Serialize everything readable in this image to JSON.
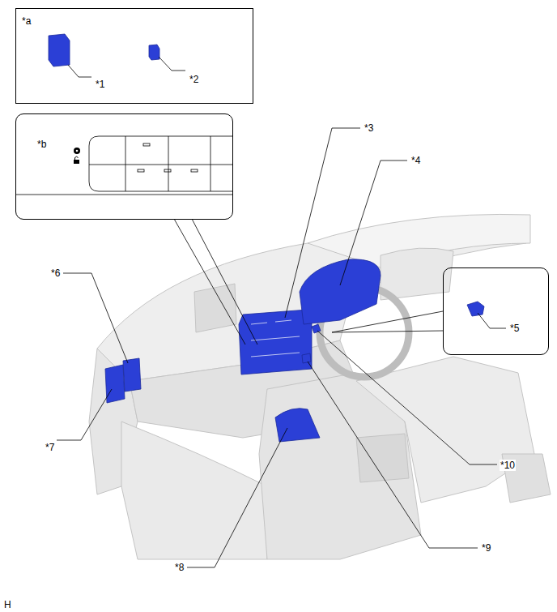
{
  "diagram": {
    "nodes": [
      {
        "text": [
          "*a",
          "*1",
          "*2"
        ]
      },
      {
        "text": [
          "*b"
        ]
      },
      {
        "text": [
          "*5"
        ]
      }
    ],
    "labels": [
      "*3",
      "*4",
      "*6",
      "*7",
      "*8",
      "*9",
      "*10",
      "H"
    ]
  }
}
